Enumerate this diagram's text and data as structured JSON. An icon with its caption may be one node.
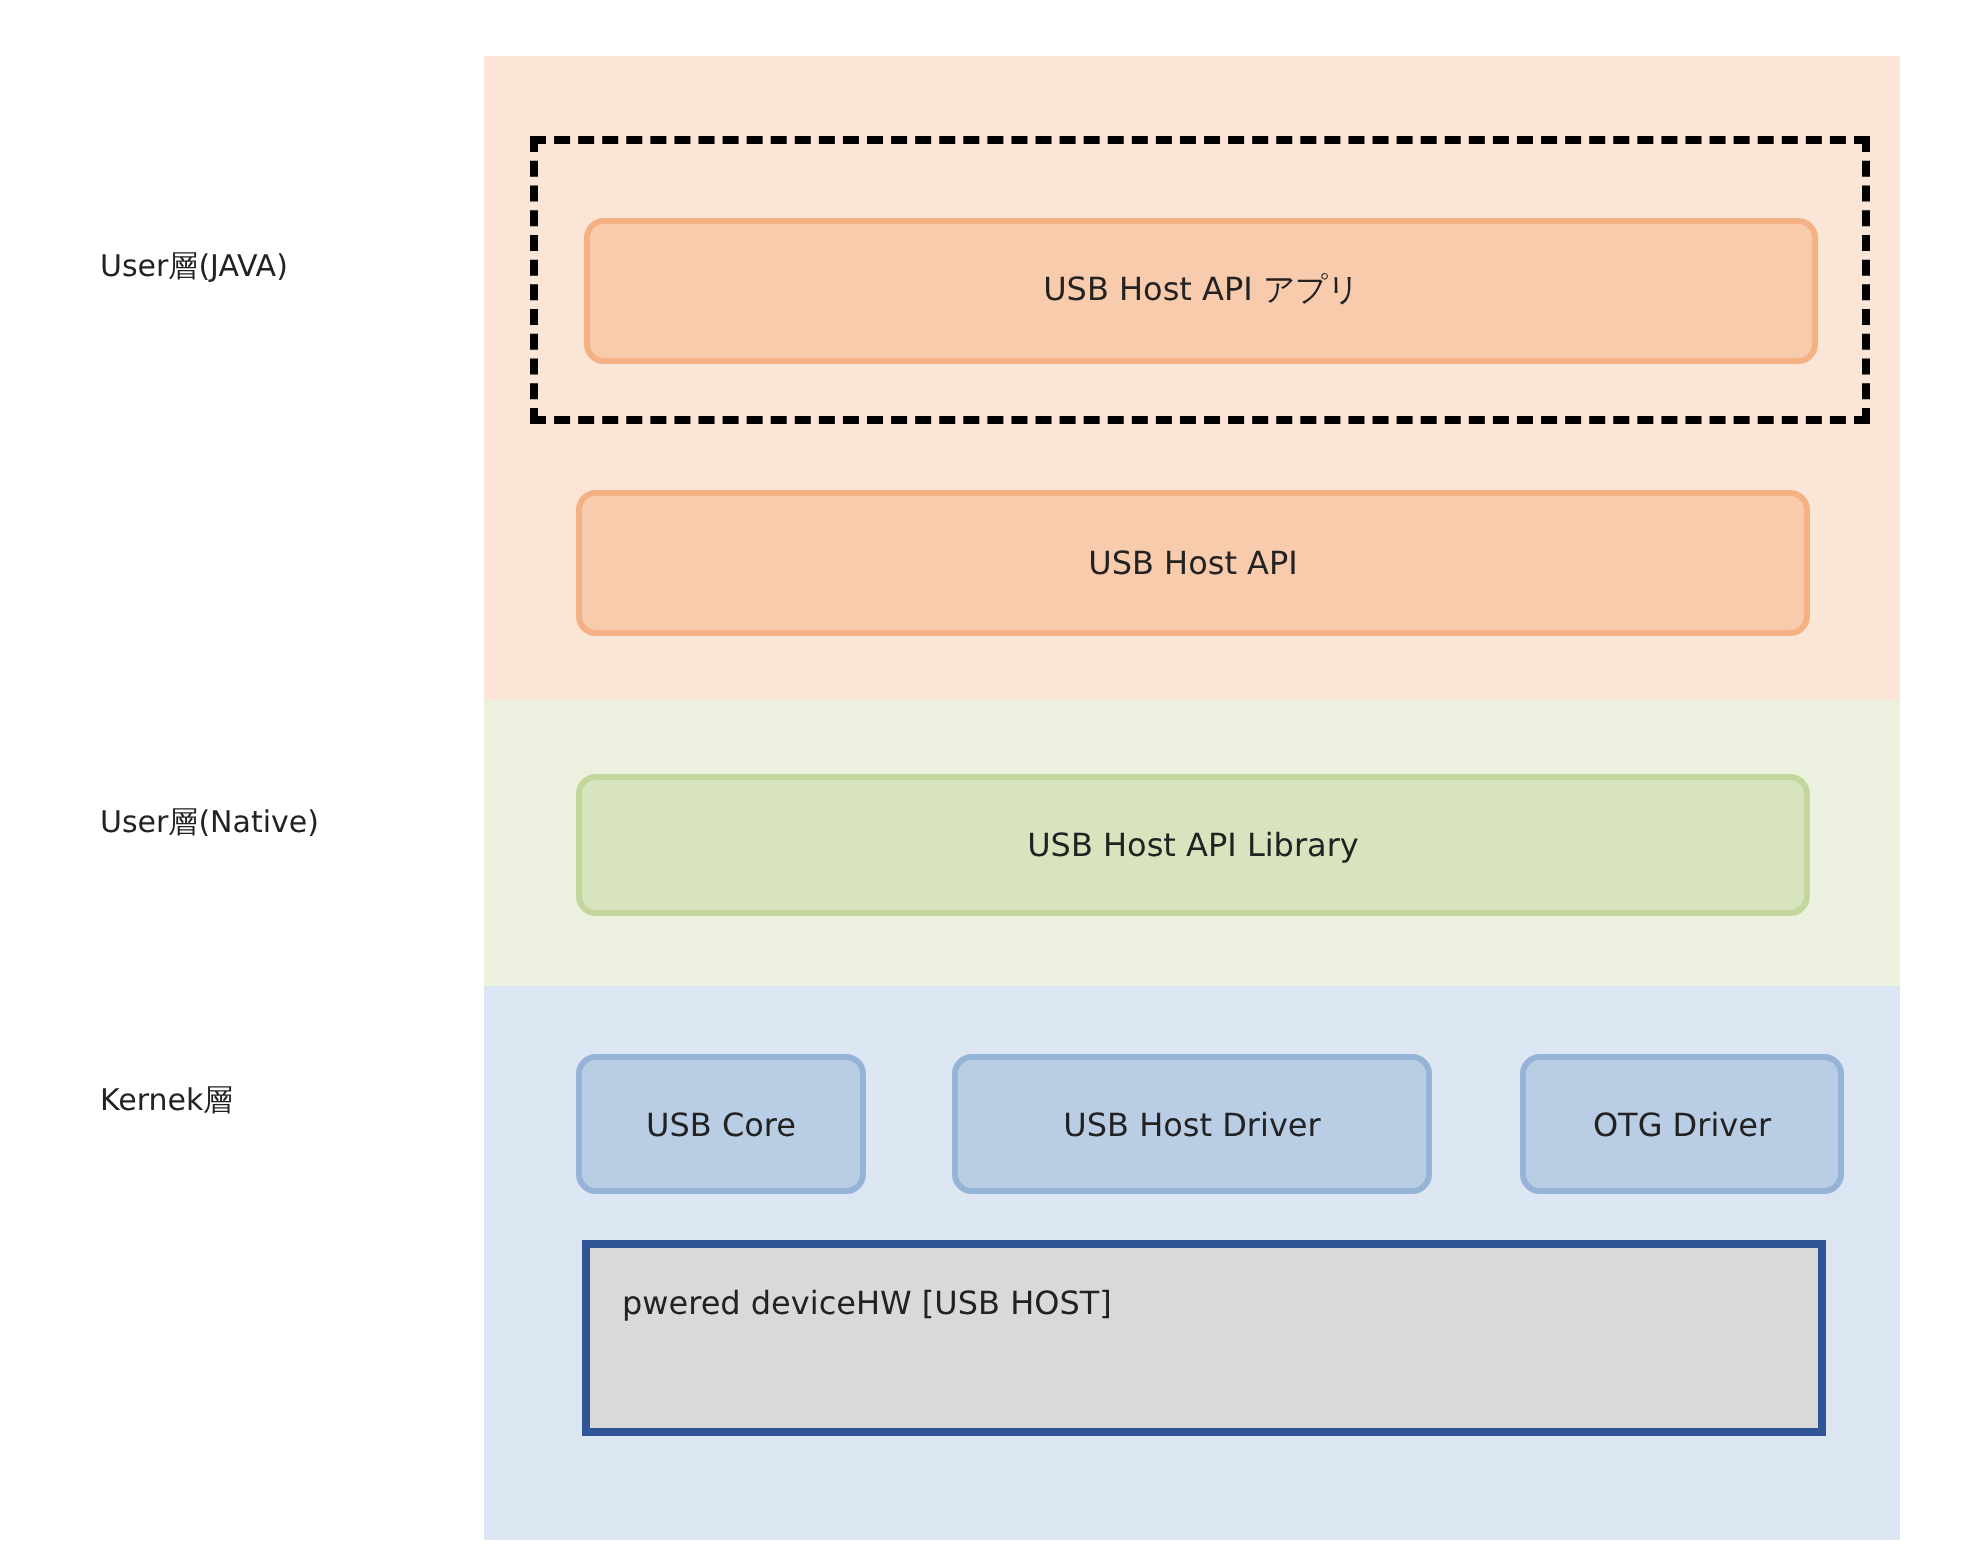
{
  "diagram": {
    "nodes": [
      {
        "text": [],
        "shape": "band"
      },
      {
        "text": [],
        "shape": "box",
        "in": 0
      },
      {
        "text": [
          "USB Host API アプリ"
        ],
        "in": 1
      },
      {
        "text": [
          "USB Host API"
        ],
        "in": 0
      },
      {
        "text": [],
        "shape": "band"
      },
      {
        "text": [
          "USB Host API Library"
        ],
        "in": 4
      },
      {
        "text": [],
        "shape": "band"
      },
      {
        "text": [
          "USB Core"
        ],
        "in": 6
      },
      {
        "text": [
          "USB Host Driver"
        ],
        "in": 6
      },
      {
        "text": [
          "OTG Driver"
        ],
        "in": 6
      },
      {
        "text": [
          "pwered deviceHW [USB HOST]"
        ],
        "in": 6
      }
    ],
    "edges": [],
    "labels": [
      "User層(JAVA)",
      "User層(Native)",
      "Kernek層"
    ]
  }
}
